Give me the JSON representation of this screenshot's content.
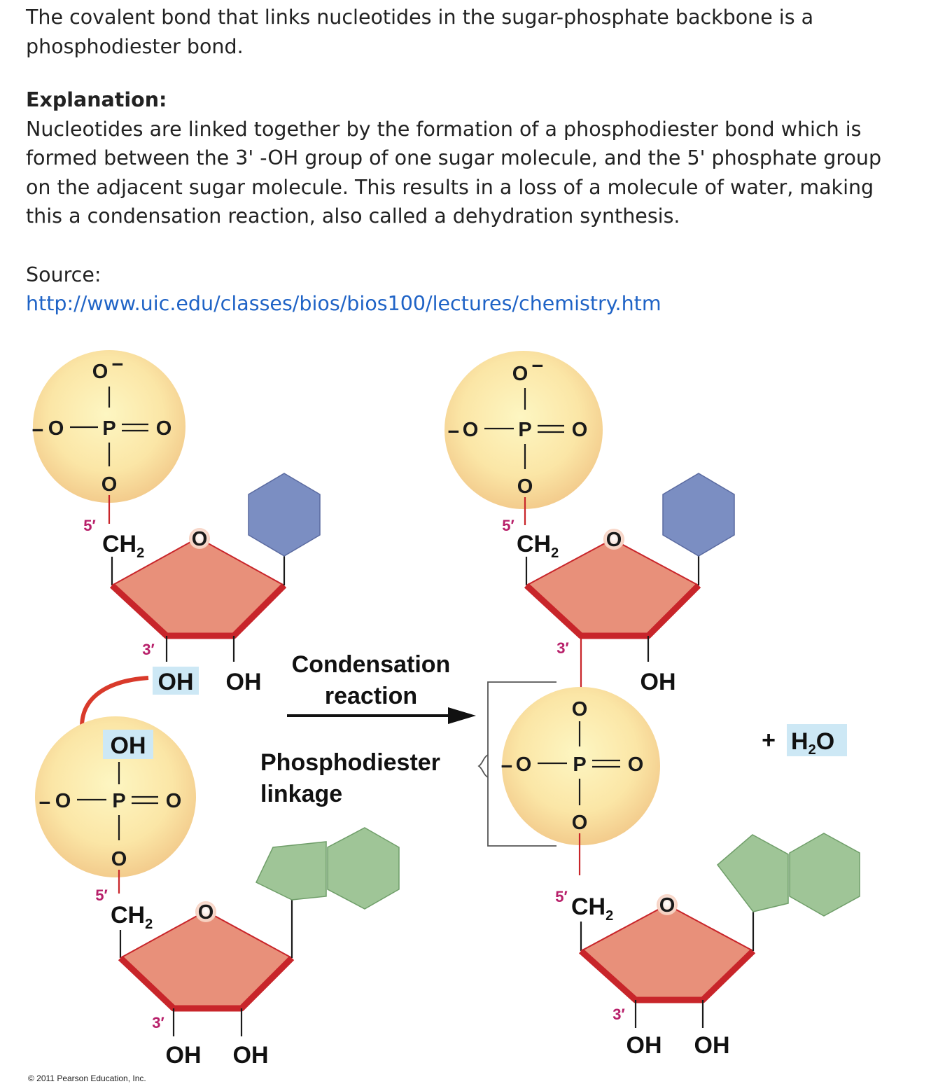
{
  "answer_text": "The covalent bond that links nucleotides in the sugar-phosphate backbone is a phosphodiester bond.",
  "explanation": {
    "heading": "Explanation:",
    "body": "Nucleotides are linked together by the formation of a phosphodiester bond which is formed between the 3' -OH group of one sugar molecule, and the 5' phosphate group on the adjacent sugar molecule. This results in a loss of a molecule of water, making this a condensation reaction, also called a dehydration synthesis."
  },
  "source": {
    "label": "Source:",
    "url": "http://www.uic.edu/classes/bios/bios100/lectures/chemistry.htm"
  },
  "diagram": {
    "atoms": {
      "o": "O",
      "p": "P",
      "o_minus": "O",
      "minus": "−",
      "oh": "OH",
      "ch": "CH",
      "two": "2",
      "h": "H",
      "plus": "+"
    },
    "primes": {
      "five": "5′",
      "three": "3′"
    },
    "reaction_label_line1": "Condensation",
    "reaction_label_line2": "reaction",
    "linkage_label_line1": "Phosphodiester",
    "linkage_label_line2": "linkage",
    "copyright": "© 2011 Pearson Education, Inc.",
    "colors": {
      "phosphate_fill": "#fbe6a6",
      "sugar_fill": "#e8907a",
      "sugar_edge": "#c8252a",
      "pyrimidine_base": "#7b8ec2",
      "purine_base": "#9fc597",
      "highlight": "#cde8f5",
      "arrow_red": "#d93a2b"
    }
  }
}
